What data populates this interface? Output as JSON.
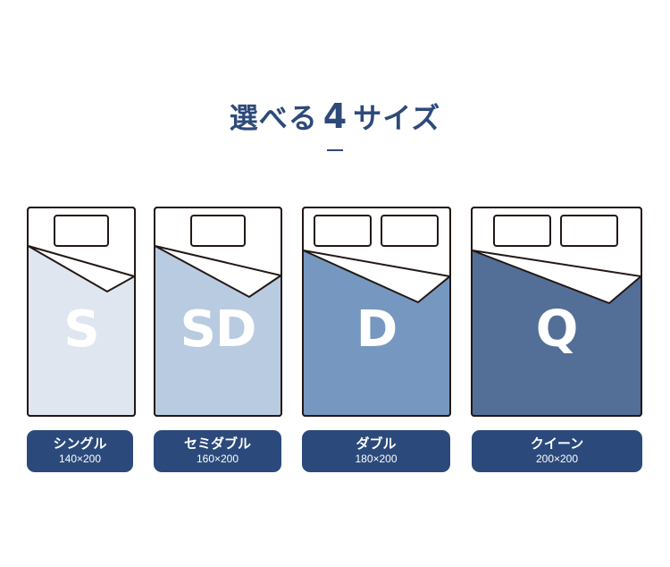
{
  "header": {
    "title_prefix": "選べる",
    "title_number": "4",
    "title_suffix": "サイズ"
  },
  "colors": {
    "accent": "#2b4a7b",
    "single_fill": "#dfe6ef",
    "semidouble_fill": "#b9cbe0",
    "double_fill": "#7698c0",
    "queen_fill": "#536f98",
    "outline": "#231815"
  },
  "sizes": [
    {
      "letter": "S",
      "name": "シングル",
      "dims": "140×200",
      "pillows": 1
    },
    {
      "letter": "SD",
      "name": "セミダブル",
      "dims": "160×200",
      "pillows": 1
    },
    {
      "letter": "D",
      "name": "ダブル",
      "dims": "180×200",
      "pillows": 2
    },
    {
      "letter": "Q",
      "name": "クイーン",
      "dims": "200×200",
      "pillows": 2
    }
  ]
}
